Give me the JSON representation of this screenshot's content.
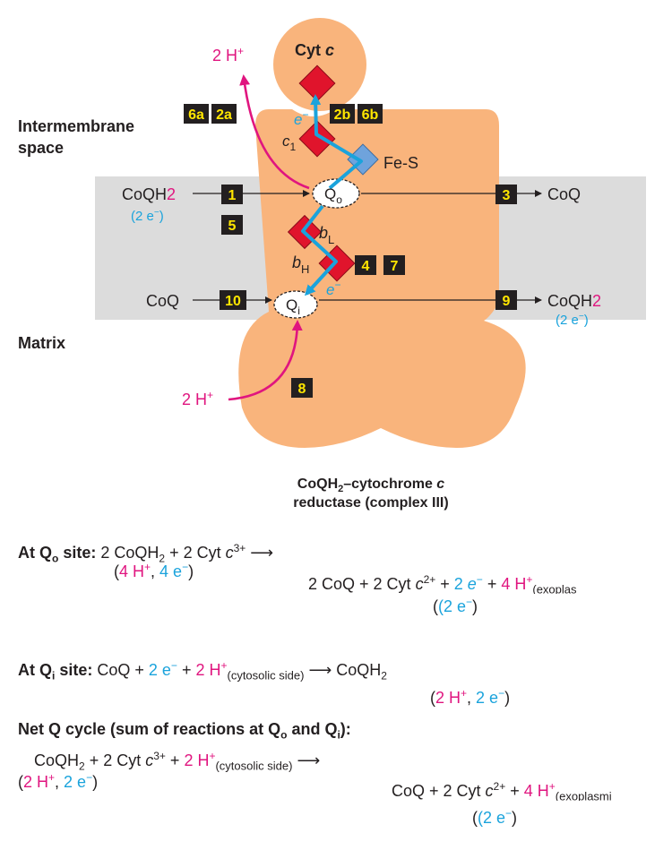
{
  "colors": {
    "protein": "#f9b47c",
    "membrane": "#dcdcdc",
    "magenta": "#e0157f",
    "cyan": "#1aa3dc",
    "badge": "#231f20",
    "badge_text": "#ffe600",
    "red_heme": "#e0142c",
    "fes": "#6fa3dc"
  },
  "diagram": {
    "label_intermembrane": "Intermembrane",
    "label_space": "space",
    "label_matrix": "Matrix",
    "cyt_c": "Cyt",
    "cyt_c_italic": "c",
    "top_2h_base": "2 H",
    "top_2h_sup": "+",
    "e_minus_top": "e",
    "e_minus_top_sup": "−",
    "c1_base": "c",
    "c1_sub": "1",
    "fes": "Fe-S",
    "coqh2_left_base": "CoQH",
    "coqh2_left_sub": "2",
    "two_e_left": "(2 e",
    "two_e_left_sup": "−",
    "two_e_left_close": ")",
    "qo_base": "Q",
    "qo_sub": "o",
    "coq_right_top": "CoQ",
    "bl_base": "b",
    "bl_sub": "L",
    "bh_base": "b",
    "bh_sub": "H",
    "e_minus_mid": "e",
    "e_minus_mid_sup": "−",
    "coq_left_bottom": "CoQ",
    "qi_base": "Q",
    "qi_sub": "i",
    "coqh2_right_base": "CoQH",
    "coqh2_right_sub": "2",
    "two_e_right": "(2 e",
    "two_e_right_sup": "−",
    "two_e_right_close": ")",
    "bottom_2h_base": "2 H",
    "bottom_2h_sup": "+",
    "complex_line1_base": "CoQH",
    "complex_line1_sub": "2",
    "complex_line1_rest": "–cytochrome",
    "complex_line1_c": "c",
    "complex_line2": "reductase (complex III)",
    "badges": {
      "b6a": "6a",
      "b2a": "2a",
      "b2b": "2b",
      "b6b": "6b",
      "b1": "1",
      "b5": "5",
      "b3": "3",
      "b4": "4",
      "b7": "7",
      "b10": "10",
      "b9": "9",
      "b8": "8"
    }
  },
  "equations": {
    "qo_title_1": "At Q",
    "qo_title_sub": "o",
    "qo_title_2": " site:",
    "qo_lhs": " 2 CoQH",
    "qo_lhs_sub": "2",
    "qo_lhs_2": " + 2 Cyt ",
    "qo_lhs_c": "c",
    "qo_lhs_sup": "3+",
    "qo_arrow": " ⟶",
    "qo_paren_open": "(",
    "qo_4h": "4 H",
    "qo_4h_sup": "+",
    "qo_comma": ", ",
    "qo_4e": "4 e",
    "qo_4e_sup": "−",
    "qo_paren_close": ")",
    "qo_rhs_1": "2 CoQ + 2 Cyt ",
    "qo_rhs_c": "c",
    "qo_rhs_sup": "2+",
    "qo_rhs_plus1": " + ",
    "qo_rhs_2e": "2 ",
    "qo_rhs_2e_i": "e",
    "qo_rhs_2e_sup": "−",
    "qo_rhs_plus2": " + ",
    "qo_rhs_4h": "4 H",
    "qo_rhs_4h_sup": "+",
    "qo_rhs_sub": "(exoplas",
    "qo_rhs_paren": "(2 e",
    "qo_rhs_paren_sup": "−",
    "qo_rhs_paren_close": ")",
    "qi_title_1": "At Q",
    "qi_title_sub": "i",
    "qi_title_2": " site:",
    "qi_eq_1": " CoQ + ",
    "qi_eq_2e": "2 e",
    "qi_eq_2e_sup": "−",
    "qi_eq_plus": " + ",
    "qi_eq_2h": "2 H",
    "qi_eq_2h_sup": "+",
    "qi_eq_sub": "(cytosolic side)",
    "qi_eq_arrow": " ⟶ CoQH",
    "qi_eq_arrow_sub": "2",
    "qi_paren_open": "(",
    "qi_paren_2h": "2 H",
    "qi_paren_2h_sup": "+",
    "qi_paren_comma": ", ",
    "qi_paren_2e": "2 e",
    "qi_paren_2e_sup": "−",
    "qi_paren_close": ")",
    "net_title_1": "Net Q cycle (sum of reactions at Q",
    "net_title_sub1": "o",
    "net_title_2": " and Q",
    "net_title_sub2": "i",
    "net_title_3": "):",
    "net_lhs_1": "CoQH",
    "net_lhs_sub": "2",
    "net_lhs_2": " + 2 Cyt ",
    "net_lhs_c": "c",
    "net_lhs_sup": "3+",
    "net_lhs_plus": " + ",
    "net_lhs_2h": "2 H",
    "net_lhs_2h_sup": "+",
    "net_lhs_sub2": "(cytosolic side)",
    "net_lhs_arrow": " ⟶",
    "net_paren_open": "(",
    "net_paren_2h": "2 H",
    "net_paren_2h_sup": "+",
    "net_paren_comma": ", ",
    "net_paren_2e": "2 e",
    "net_paren_2e_sup": "−",
    "net_paren_close": ")",
    "net_rhs_1": "CoQ + 2 Cyt ",
    "net_rhs_c": "c",
    "net_rhs_sup": "2+",
    "net_rhs_plus": " + ",
    "net_rhs_4h": "4 H",
    "net_rhs_4h_sup": "+",
    "net_rhs_sub": "(exoplasmi",
    "net_rhs_paren": "(2 e",
    "net_rhs_paren_sup": "−",
    "net_rhs_paren_close": ")"
  }
}
